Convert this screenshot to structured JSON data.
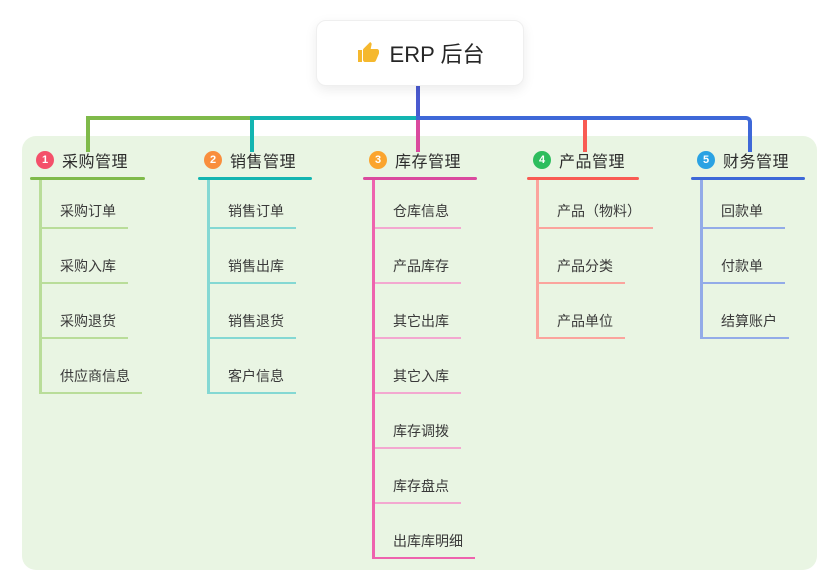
{
  "root": {
    "icon": "thumbs-up-icon",
    "label": "ERP 后台"
  },
  "connectors": {
    "stem_color": "#4a5ad0"
  },
  "panel": {
    "background": "#e9f5e3"
  },
  "branches": [
    {
      "index": "1",
      "label": "采购管理",
      "colors": {
        "badge": "#f4506a",
        "strong": "#7fba4a",
        "light": "#b9dd99"
      },
      "children": [
        {
          "label": "采购订单"
        },
        {
          "label": "采购入库"
        },
        {
          "label": "采购退货"
        },
        {
          "label": "供应商信息"
        }
      ]
    },
    {
      "index": "2",
      "label": "销售管理",
      "colors": {
        "badge": "#f98e3d",
        "strong": "#13b5b1",
        "light": "#84d8d3"
      },
      "children": [
        {
          "label": "销售订单"
        },
        {
          "label": "销售出库"
        },
        {
          "label": "销售退货"
        },
        {
          "label": "客户信息"
        }
      ]
    },
    {
      "index": "3",
      "label": "库存管理",
      "colors": {
        "badge": "#fba42d",
        "strong": "#da4a9e",
        "light": "#f3a8d0",
        "line": "#ee63ae"
      },
      "children": [
        {
          "label": "仓库信息"
        },
        {
          "label": "产品库存"
        },
        {
          "label": "其它出库"
        },
        {
          "label": "其它入库"
        },
        {
          "label": "库存调拨"
        },
        {
          "label": "库存盘点"
        },
        {
          "label": "出库库明细",
          "strong": true
        }
      ]
    },
    {
      "index": "4",
      "label": "产品管理",
      "colors": {
        "badge": "#2dbd5d",
        "strong": "#f95b53",
        "light": "#fba49d"
      },
      "children": [
        {
          "label": "产品（物料）"
        },
        {
          "label": "产品分类"
        },
        {
          "label": "产品单位"
        }
      ]
    },
    {
      "index": "5",
      "label": "财务管理",
      "colors": {
        "badge": "#2aa2e3",
        "strong": "#3e68d8",
        "light": "#93abe8"
      },
      "children": [
        {
          "label": "回款单"
        },
        {
          "label": "付款单"
        },
        {
          "label": "结算账户"
        }
      ]
    }
  ]
}
